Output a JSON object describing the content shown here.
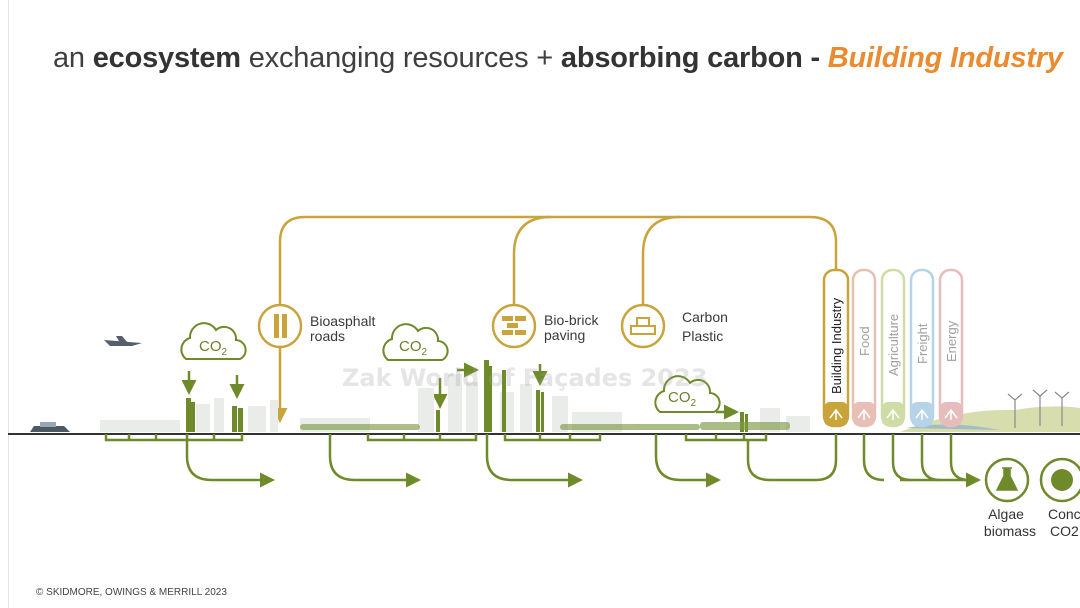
{
  "slide": {
    "title": {
      "part1": "an ",
      "part2": "ecosystem",
      "part3": " exchanging resources + ",
      "part4": "absorbing carbon",
      "part5": " - ",
      "part6": "Building Industry"
    },
    "copyright": "© SKIDMORE, OWINGS & MERRILL 2023",
    "watermark": "Zak World of Façades 2023"
  },
  "diagram": {
    "co2_label": "CO",
    "co2_subscript": "2",
    "products": [
      {
        "line1": "Bioasphalt",
        "line2": "roads",
        "icon": "road-column-icon"
      },
      {
        "line1": "Bio-brick",
        "line2": "paving",
        "icon": "brick-icon"
      },
      {
        "line1": "Carbon",
        "line2": "Plastic",
        "icon": "plastic-bars-icon"
      }
    ],
    "industries": [
      {
        "label": "Building Industry",
        "color": "#c9a43a",
        "active": true
      },
      {
        "label": "Food",
        "color": "#e7bfb4",
        "active": false
      },
      {
        "label": "Agriculture",
        "color": "#cfdca6",
        "active": false
      },
      {
        "label": "Freight",
        "color": "#b7d3e8",
        "active": false
      },
      {
        "label": "Energy",
        "color": "#e6bcbc",
        "active": false
      }
    ],
    "outputs": [
      {
        "line1": "Algae",
        "line2": "biomass",
        "icon": "flask-icon"
      },
      {
        "line1": "Conc",
        "line2": "CO2",
        "icon": "co2-globe-icon"
      }
    ],
    "colors": {
      "green": "#6f8a2a",
      "gold": "#c9a43a",
      "title_accent": "#e98b2e"
    }
  }
}
